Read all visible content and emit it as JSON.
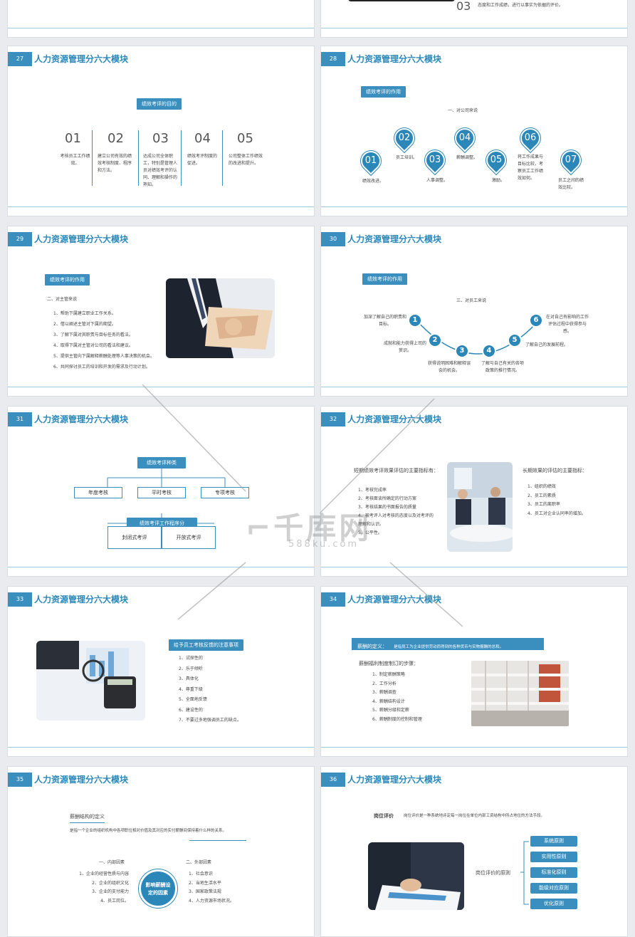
{
  "top_right": {
    "number": "03",
    "text": "态度和工作成绩，进行以事实为依据的评价。"
  },
  "s27": {
    "num": "27",
    "title": "人力资源管理分六大模块",
    "tag": "绩效考评的目的",
    "cols": [
      {
        "n": "01",
        "t": "考核员工工作绩效。"
      },
      {
        "n": "02",
        "t": "建立公司有效的绩效考核制度、程序和方法。"
      },
      {
        "n": "03",
        "t": "达成公司全体职工，特别是管理人员对绩效考评的认同、理解和操作的熟知。"
      },
      {
        "n": "04",
        "t": "绩效考评制度的促进。"
      },
      {
        "n": "05",
        "t": "公司整体工作绩效的改进和提升。"
      }
    ]
  },
  "s28": {
    "num": "28",
    "title": "人力资源管理分六大模块",
    "tag": "绩效考评的作用",
    "sub": "一、对公司来说",
    "pins": [
      {
        "n": "01",
        "t": "绩效改进。"
      },
      {
        "n": "02",
        "t": "员工培训。"
      },
      {
        "n": "03",
        "t": "人事调整。"
      },
      {
        "n": "04",
        "t": "薪酬调整。"
      },
      {
        "n": "05",
        "t": "激励。"
      },
      {
        "n": "06",
        "t": "将工作成果与目标比较，考察员工工作绩效如何。"
      },
      {
        "n": "07",
        "t": "员工之间的绩效比较。"
      }
    ]
  },
  "s29": {
    "num": "29",
    "title": "人力资源管理分六大模块",
    "tag": "绩效考评的作用",
    "sub": "二、对主管来说",
    "items": [
      "1、帮助下属建立职业工作关系。",
      "2、借以阐述主管对下属的期望。",
      "3、了解下属对其职责与目标任务的看法。",
      "4、取得下属对主管对公司的看法和建议。",
      "5、提供主管向下属解释薪酬处理等人事决策的机会。",
      "6、共同探讨员工的培训和开发的需求及行动计划。"
    ]
  },
  "s30": {
    "num": "30",
    "title": "人力资源管理分六大模块",
    "tag": "绩效考评的作用",
    "sub": "三、对员工来说",
    "dots": [
      {
        "n": "1",
        "t": "加深了解自己的职责和目标。"
      },
      {
        "n": "2",
        "t": "成就和能力获得上司的赏识。"
      },
      {
        "n": "3",
        "t": "获得说明困难和解释误会的机会。"
      },
      {
        "n": "4",
        "t": "了解与自己有关的各项政策的推行情况。"
      },
      {
        "n": "5",
        "t": "了解自己的发展前程。"
      },
      {
        "n": "6",
        "t": "在对自己有影响的工作评估过程中获得参与感。"
      }
    ]
  },
  "s31": {
    "num": "31",
    "title": "人力资源管理分六大模块",
    "tag1": "绩效考评种类",
    "types": [
      "年度考核",
      "平时考核",
      "专项考核"
    ],
    "tag2": "绩效考评工作程序分",
    "procs": [
      "封闭式考评",
      "开放式考评"
    ]
  },
  "s32": {
    "num": "32",
    "title": "人力资源管理分六大模块",
    "left_title": "短期绩效考评效果评估的主要指标有：",
    "left_items": [
      "1、考核完成率",
      "2、考核面谈所确定的行动方案",
      "3、考核结果的书面报告的质量",
      "4、被考评人对考核的态度以及对考评的理解和认识。",
      "5、公平性。"
    ],
    "right_title": "长期效果的评估的主要指标：",
    "right_items": [
      "1、组织的绩效",
      "2、员工的素质",
      "3、员工的离职率",
      "4、员工对企业认同率的增加。"
    ]
  },
  "s33": {
    "num": "33",
    "title": "人力资源管理分六大模块",
    "tag": "给予员工考核反馈的注意事项",
    "items": [
      "1、试探性的",
      "2、乐于倾听",
      "3、具体化",
      "4、尊重下级",
      "5、全面地反馈",
      "6、建设性的",
      "7、不要过多地强调员工的缺点。"
    ]
  },
  "s34": {
    "num": "34",
    "title": "人力资源管理分六大模块",
    "banner_label": "薪酬的定义：",
    "banner_text": "是指员工为企业提供劳动而得到的各种货币与实物报酬的总和。",
    "sub": "薪酬福利制度制订的步骤：",
    "items": [
      "1、制定薪酬策略",
      "2、工作分析",
      "3、薪酬调查",
      "4、薪酬结构设计",
      "5、薪酬分级和定薪",
      "6、薪酬制度的控制和管理"
    ]
  },
  "s35": {
    "num": "35",
    "title": "人力资源管理分六大模块",
    "sub": "薪酬结构的定义",
    "desc": "是指一个企业的组织机构中各项职位相对价值及其对应的实付薪酬间保持着什么样的关系。",
    "circle": "影响薪酬设定的因素",
    "inner_title": "一、内部因素",
    "inner": [
      "1、企业的经营性质与内容",
      "2、企业的组织文化",
      "3、企业的支付能力",
      "4、员工岗位。"
    ],
    "outer_title": "二、外部因素",
    "outer": [
      "1、社会意识",
      "2、当地生活水平",
      "3、国家政策法规",
      "4、人力资源市场状况。"
    ]
  },
  "s36": {
    "num": "36",
    "title": "人力资源管理分六大模块",
    "label": "岗位评价",
    "desc": "岗位评价是一种系统地评定每一岗位在单位内部工资结构中所占地位的方法手段。",
    "center": "岗位评价的原则",
    "principles": [
      "系统原则",
      "实用性原则",
      "标准化原则",
      "能级对应原则",
      "优化原则"
    ]
  },
  "watermark": {
    "logo": "千库网",
    "site": "588ku.com"
  }
}
